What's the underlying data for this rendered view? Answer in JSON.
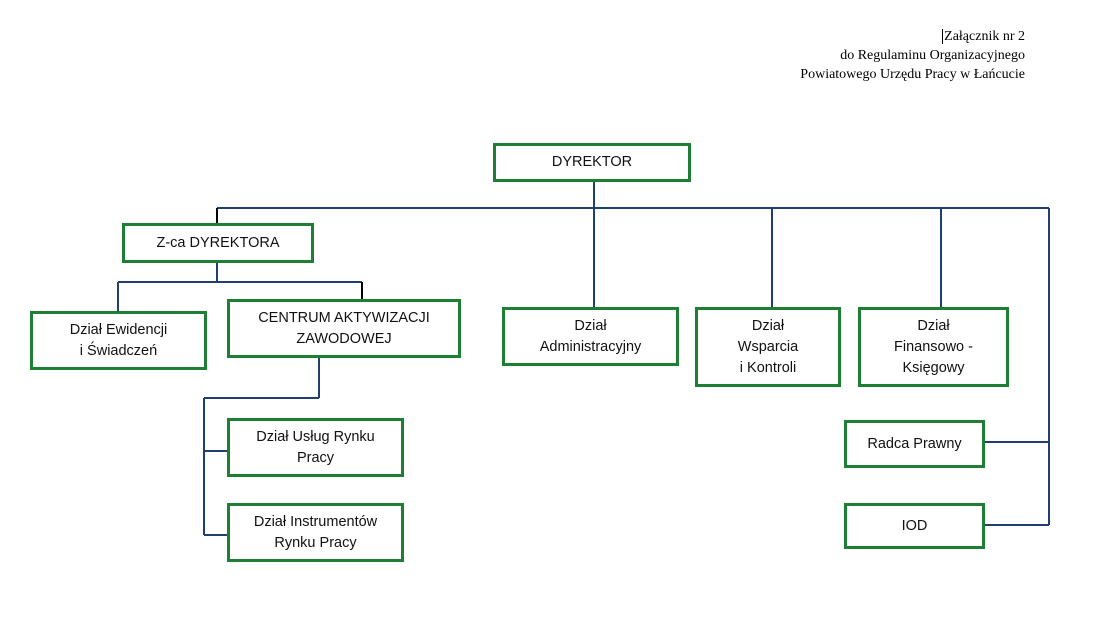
{
  "header": {
    "line1": "Załącznik nr 2",
    "line2": "do Regulaminu Organizacyjnego",
    "line3": "Powiatowego Urzędu Pracy w Łańcucie"
  },
  "boxes": {
    "dyrektor": "DYREKTOR",
    "zca": "Z-ca DYREKTORA",
    "ewidencji": "Dział Ewidencji\ni  Świadczeń",
    "centrum": "CENTRUM AKTYWIZACJI\nZAWODOWEJ",
    "administracyjny": "Dział\nAdministracyjny",
    "wsparcia": "Dział\nWsparcia\ni Kontroli",
    "finansowo": "Dział\nFinansowo -\nKsięgowy",
    "uslug": "Dział Usług Rynku\nPracy",
    "instrumentow": "Dział Instrumentów\nRynku Pracy",
    "radca": "Radca Prawny",
    "iod": "IOD"
  },
  "colors": {
    "box_border": "#1e7e34",
    "connector": "#1f3f73",
    "zca_connector": "#000000"
  }
}
